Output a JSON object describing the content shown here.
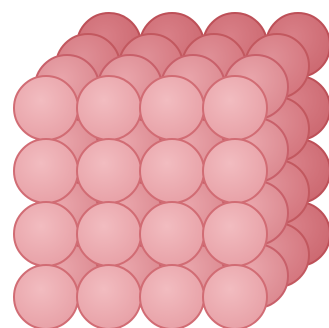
{
  "diagram": {
    "structure": "simple-cubic-sphere-packing",
    "layers": [
      {
        "layer": 1,
        "rows": 4,
        "columns": 4,
        "color": "#e8a2a8",
        "highlight": "#f2bcc0",
        "outline": "#d16c74"
      },
      {
        "layer": 2,
        "rows": 4,
        "columns": 4,
        "color": "#dc8a91",
        "highlight": "#e9a5ab",
        "outline": "#c8606a"
      },
      {
        "layer": 3,
        "rows": 4,
        "columns": 4,
        "color": "#d5777f",
        "highlight": "#df9097",
        "outline": "#c2585f"
      },
      {
        "layer": 4,
        "rows": 4,
        "columns": 4,
        "color": "#cd6a72",
        "highlight": "#d98088",
        "outline": "#bd5058"
      }
    ],
    "total_spheres": 64
  }
}
